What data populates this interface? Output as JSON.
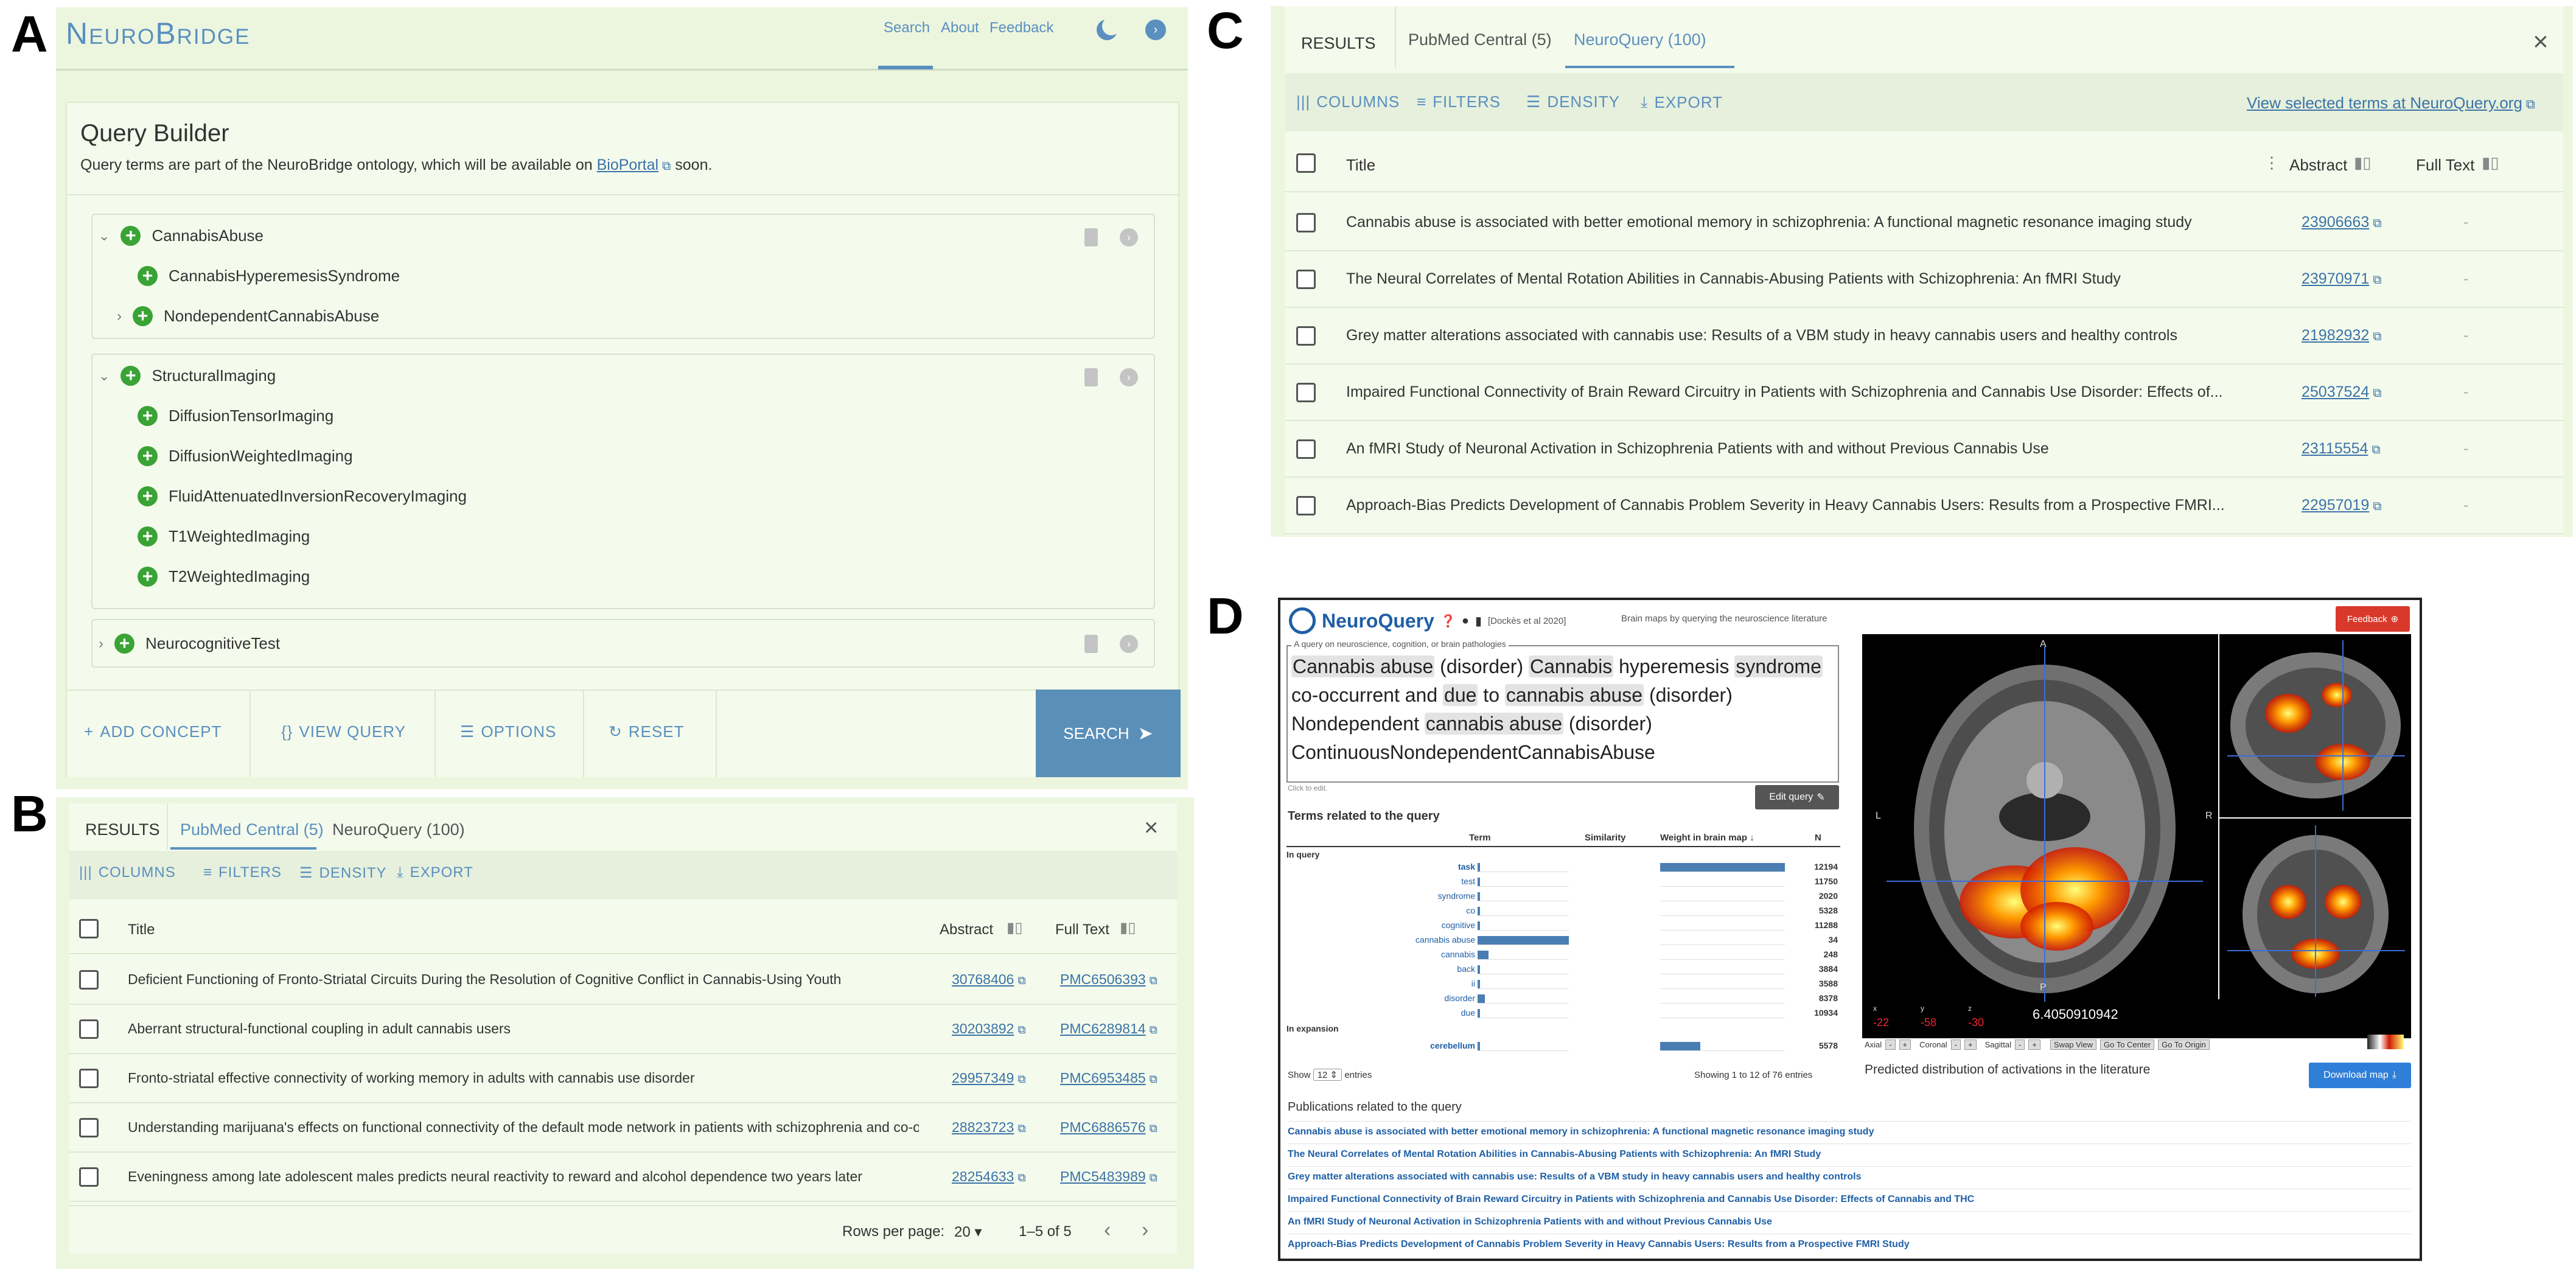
{
  "panel_labels": {
    "a": "A",
    "b": "B",
    "c": "C",
    "d": "D"
  },
  "panelA": {
    "brand": "NeuroBridge",
    "nav": {
      "search": "Search",
      "about": "About",
      "feedback": "Feedback"
    },
    "query_builder": {
      "title": "Query Builder",
      "desc_pre": "Query terms are part of the NeuroBridge ontology, which will be available on ",
      "desc_link": "BioPortal",
      "desc_post": " soon."
    },
    "groups": [
      {
        "label": "CannabisAbuse",
        "children": [
          "CannabisHyperemesisSyndrome",
          "NondependentCannabisAbuse"
        ]
      },
      {
        "label": "StructuralImaging",
        "children": [
          "DiffusionTensorImaging",
          "DiffusionWeightedImaging",
          "FluidAttenuatedInversionRecoveryImaging",
          "T1WeightedImaging",
          "T2WeightedImaging"
        ]
      },
      {
        "label": "NeurocognitiveTest",
        "children": []
      }
    ],
    "actions": {
      "add": "ADD CONCEPT",
      "view": "VIEW QUERY",
      "options": "OPTIONS",
      "reset": "RESET",
      "search": "SEARCH"
    }
  },
  "panelB": {
    "tabs": [
      "RESULTS",
      "PubMed Central (5)",
      "NeuroQuery (100)"
    ],
    "toolbar": {
      "columns": "COLUMNS",
      "filters": "FILTERS",
      "density": "DENSITY",
      "export": "EXPORT"
    },
    "headers": {
      "title": "Title",
      "abstract": "Abstract",
      "fulltext": "Full Text"
    },
    "rows": [
      {
        "title": "Deficient Functioning of Fronto-Striatal Circuits During the Resolution of Cognitive Conflict in Cannabis-Using Youth",
        "abstract": "30768406",
        "fulltext": "PMC6506393"
      },
      {
        "title": "Aberrant structural-functional coupling in adult cannabis users",
        "abstract": "30203892",
        "fulltext": "PMC6289814"
      },
      {
        "title": "Fronto-striatal effective connectivity of working memory in adults with cannabis use disorder",
        "abstract": "29957349",
        "fulltext": "PMC6953485"
      },
      {
        "title": "Understanding marijuana's effects on functional connectivity of the default mode network in patients with schizophrenia and co-o...",
        "abstract": "28823723",
        "fulltext": "PMC6886576"
      },
      {
        "title": "Eveningness among late adolescent males predicts neural reactivity to reward and alcohol dependence two years later",
        "abstract": "28254633",
        "fulltext": "PMC5483989"
      }
    ],
    "footer": {
      "rows_per_page_label": "Rows per page:",
      "rows_per_page": "20",
      "range": "1–5 of 5"
    }
  },
  "panelC": {
    "tabs": [
      "RESULTS",
      "PubMed Central (5)",
      "NeuroQuery (100)"
    ],
    "toolbar": {
      "columns": "COLUMNS",
      "filters": "FILTERS",
      "density": "DENSITY",
      "export": "EXPORT",
      "view_terms": "View selected terms at NeuroQuery.org"
    },
    "headers": {
      "title": "Title",
      "abstract": "Abstract",
      "fulltext": "Full Text"
    },
    "rows": [
      {
        "title": "Cannabis abuse is associated with better emotional memory in schizophrenia: A functional magnetic resonance imaging study",
        "abstract": "23906663",
        "fulltext": "-"
      },
      {
        "title": "The Neural Correlates of Mental Rotation Abilities in Cannabis-Abusing Patients with Schizophrenia: An fMRI Study",
        "abstract": "23970971",
        "fulltext": "-"
      },
      {
        "title": "Grey matter alterations associated with cannabis use: Results of a VBM study in heavy cannabis users and healthy controls",
        "abstract": "21982932",
        "fulltext": "-"
      },
      {
        "title": "Impaired Functional Connectivity of Brain Reward Circuitry in Patients with Schizophrenia and Cannabis Use Disorder: Effects of...",
        "abstract": "25037524",
        "fulltext": "-"
      },
      {
        "title": "An fMRI Study of Neuronal Activation in Schizophrenia Patients with and without Previous Cannabis Use",
        "abstract": "23115554",
        "fulltext": "-"
      },
      {
        "title": "Approach-Bias Predicts Development of Cannabis Problem Severity in Heavy Cannabis Users: Results from a Prospective FMRI...",
        "abstract": "22957019",
        "fulltext": "-"
      }
    ]
  },
  "panelD": {
    "logo": "NeuroQuery",
    "citation": "[Dockès et al 2020]",
    "tagline": "Brain maps by querying the neuroscience literature",
    "feedback": "Feedback",
    "query_legend": "A query on neuroscience, cognition, or brain pathologies",
    "query_lines": [
      [
        "Cannabis abuse",
        " (disorder) ",
        "Cannabis",
        " hyperemesis ",
        "syndrome"
      ],
      [
        "co-occurrent and ",
        "due",
        " to ",
        "cannabis abuse",
        " (disorder)"
      ],
      [
        "Nondependent ",
        "cannabis abuse",
        " (disorder)"
      ],
      [
        "ContinuousNondependentCannabisAbuse"
      ]
    ],
    "click_to_edit": "Click to edit.",
    "edit_query": "Edit query",
    "terms_title": "Terms related to the query",
    "terms_headers": {
      "term": "Term",
      "similarity": "Similarity",
      "weight": "Weight in brain map ↓",
      "n": "N"
    },
    "in_query_label": "In query",
    "in_expansion_label": "In expansion",
    "terms": [
      {
        "term": "task",
        "similarity": 0.02,
        "weight": 1.0,
        "n": "12194"
      },
      {
        "term": "test",
        "similarity": 0.02,
        "weight": 0,
        "n": "11750"
      },
      {
        "term": "syndrome",
        "similarity": 0.02,
        "weight": 0,
        "n": "2020"
      },
      {
        "term": "co",
        "similarity": 0.02,
        "weight": 0,
        "n": "5328"
      },
      {
        "term": "cognitive",
        "similarity": 0.02,
        "weight": 0,
        "n": "11288"
      },
      {
        "term": "cannabis abuse",
        "similarity": 1.0,
        "weight": 0,
        "n": "34"
      },
      {
        "term": "cannabis",
        "similarity": 0.12,
        "weight": 0,
        "n": "248"
      },
      {
        "term": "back",
        "similarity": 0.02,
        "weight": 0,
        "n": "3884"
      },
      {
        "term": "ii",
        "similarity": 0.02,
        "weight": 0,
        "n": "3588"
      },
      {
        "term": "disorder",
        "similarity": 0.08,
        "weight": 0,
        "n": "8378"
      },
      {
        "term": "due",
        "similarity": 0.02,
        "weight": 0,
        "n": "10934"
      }
    ],
    "expansion_terms": [
      {
        "term": "cerebellum",
        "similarity": 0.01,
        "weight": 0.32,
        "n": "5578"
      }
    ],
    "show_label": "Show",
    "show_value": "12",
    "entries_label": "entries",
    "showing": "Showing 1 to 12 of 76 entries",
    "coords": {
      "x_label": "x",
      "y_label": "y",
      "z_label": "z",
      "x": "-22",
      "y": "-58",
      "z": "-30",
      "value": "6.4050910942"
    },
    "view_controls": {
      "axial": "Axial",
      "coronal": "Coronal",
      "sagittal": "Sagittal",
      "minus": "-",
      "plus": "+",
      "swap": "Swap View",
      "center": "Go To Center",
      "origin": "Go To Origin"
    },
    "orientation": {
      "a": "A",
      "p": "P",
      "l": "L",
      "r": "R"
    },
    "predicted": "Predicted distribution of activations in the literature",
    "download": "Download map",
    "pubs_title": "Publications related to the query",
    "pubs": [
      "Cannabis abuse is associated with better emotional memory in schizophrenia: A functional magnetic resonance imaging study",
      "The Neural Correlates of Mental Rotation Abilities in Cannabis-Abusing Patients with Schizophrenia: An fMRI Study",
      "Grey matter alterations associated with cannabis use: Results of a VBM study in heavy cannabis users and healthy controls",
      "Impaired Functional Connectivity of Brain Reward Circuitry in Patients with Schizophrenia and Cannabis Use Disorder: Effects of Cannabis and THC",
      "An fMRI Study of Neuronal Activation in Schizophrenia Patients with and without Previous Cannabis Use",
      "Approach-Bias Predicts Development of Cannabis Problem Severity in Heavy Cannabis Users: Results from a Prospective FMRI Study"
    ],
    "colors": {
      "bar": "#4a7eb3",
      "link": "#1f5fa5",
      "feedback": "#d9392b",
      "download": "#2f7ed8"
    }
  }
}
